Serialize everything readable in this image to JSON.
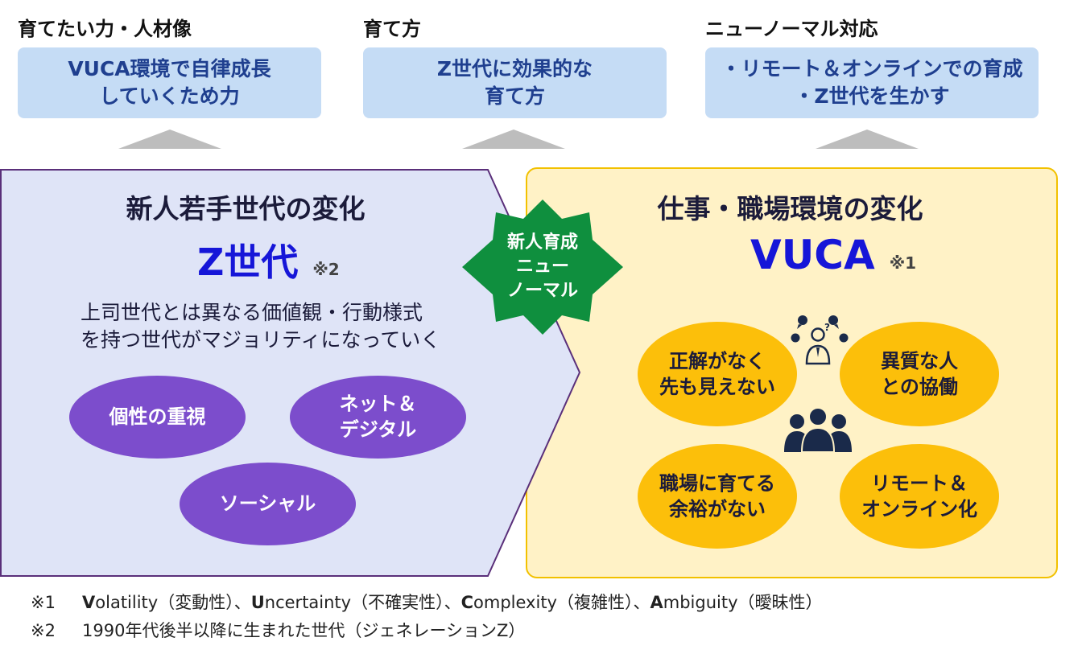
{
  "top": [
    {
      "heading": "育てたい力・人材像",
      "box_lines": [
        "VUCA環境で自律成長",
        "していくため力"
      ]
    },
    {
      "heading": "育て方",
      "box_lines": [
        "Z世代に効果的な",
        "育て方"
      ]
    },
    {
      "heading": "ニューノーマル対応",
      "box_lines": [
        "・リモート＆オンラインでの育成",
        "・Z世代を生かす"
      ]
    }
  ],
  "left": {
    "title": "新人若手世代の変化",
    "big": "Z世代",
    "note": "※2",
    "desc_lines": [
      "上司世代とは異なる価値観・行動様式",
      "を持つ世代がマジョリティになっていく"
    ],
    "ovals": [
      {
        "lines": [
          "個性の重視"
        ]
      },
      {
        "lines": [
          "ネット＆",
          "デジタル"
        ]
      },
      {
        "lines": [
          "ソーシャル"
        ]
      }
    ]
  },
  "center_badge": {
    "lines": [
      "新人育成",
      "ニュー",
      "ノーマル"
    ]
  },
  "right": {
    "title": "仕事・職場環境の変化",
    "big": "VUCA",
    "note": "※1",
    "ovals": [
      {
        "lines": [
          "正解がなく",
          "先も見えない"
        ]
      },
      {
        "lines": [
          "異質な人",
          "との協働"
        ]
      },
      {
        "lines": [
          "職場に育てる",
          "余裕がない"
        ]
      },
      {
        "lines": [
          "リモート＆",
          "オンライン化"
        ]
      }
    ]
  },
  "footnotes": [
    {
      "mark": "※1",
      "items": [
        {
          "initial": "V",
          "rest": "olatility（変動性）、"
        },
        {
          "initial": "U",
          "rest": "ncertainty（不確実性）、"
        },
        {
          "initial": "C",
          "rest": "omplexity（複雑性）、"
        },
        {
          "initial": "A",
          "rest": "mbiguity（曖昧性）"
        }
      ]
    },
    {
      "mark": "※2",
      "text": "1990年代後半以降に生まれた世代（ジェネレーションZ）"
    }
  ],
  "colors": {
    "top_box": "#c5dcf5",
    "left_panel": "#dfe4f7",
    "left_panel_border": "#5a2f7a",
    "purple_oval": "#7c4dcc",
    "right_panel": "#fff2c6",
    "right_panel_border": "#f2c100",
    "yellow_oval": "#fcbf0a",
    "badge": "#0f8f3e",
    "emphasis_blue": "#1616d8"
  },
  "icons": [
    "people-discussion-icon",
    "group-people-icon"
  ]
}
